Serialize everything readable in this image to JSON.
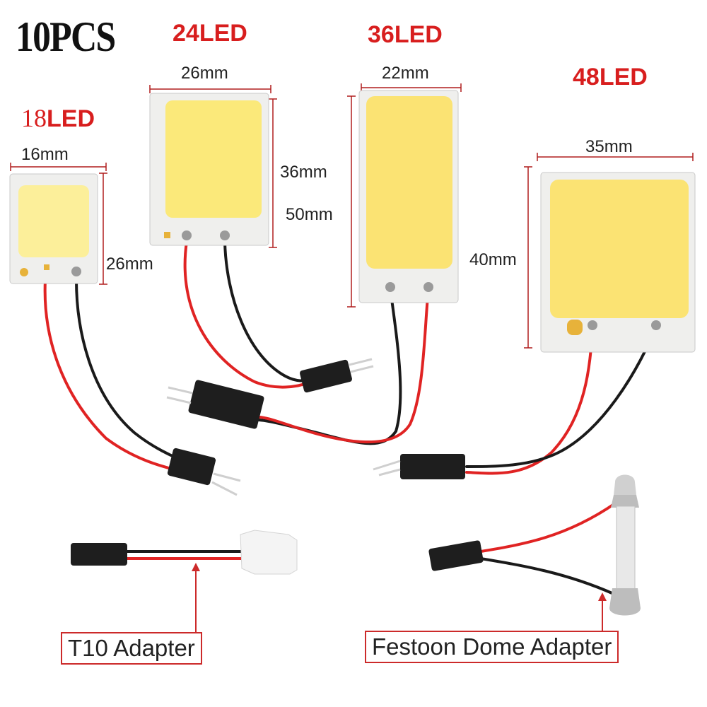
{
  "colors": {
    "accent_red": "#d81e1e",
    "board_white": "#f2f2f0",
    "cob_yellow": "#fbe97a",
    "wire_red": "#e02323",
    "wire_black": "#1a1a1a"
  },
  "header": {
    "quantity": "10PCS"
  },
  "panels": [
    {
      "id": "18",
      "title_num": "18",
      "title_suffix": "LED",
      "width": "16mm",
      "height": "26mm"
    },
    {
      "id": "24",
      "title": "24LED",
      "width": "26mm",
      "height": "36mm"
    },
    {
      "id": "36",
      "title": "36LED",
      "width": "22mm",
      "height": "50mm"
    },
    {
      "id": "48",
      "title": "48LED",
      "width": "35mm",
      "height": "40mm"
    }
  ],
  "adapters": {
    "t10": "T10 Adapter",
    "festoon": "Festoon Dome Adapter"
  }
}
